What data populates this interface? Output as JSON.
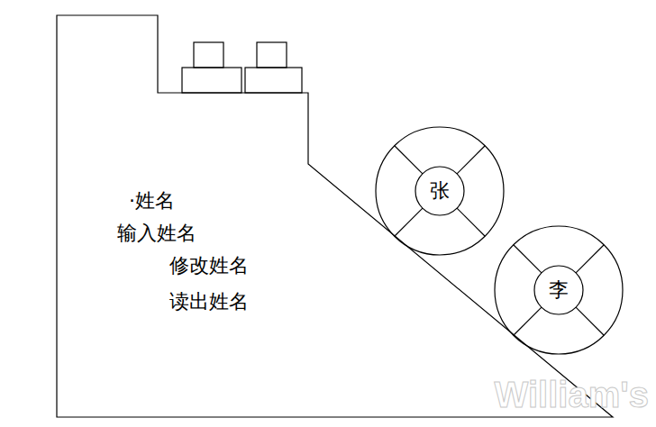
{
  "diagram": {
    "nodes": [
      {
        "text": [
          "·姓名",
          "输入姓名",
          "修改姓名",
          "读出姓名"
        ]
      },
      {
        "text": [
          "张"
        ]
      },
      {
        "text": [
          "李"
        ]
      }
    ],
    "labels": [
      "William's"
    ]
  }
}
